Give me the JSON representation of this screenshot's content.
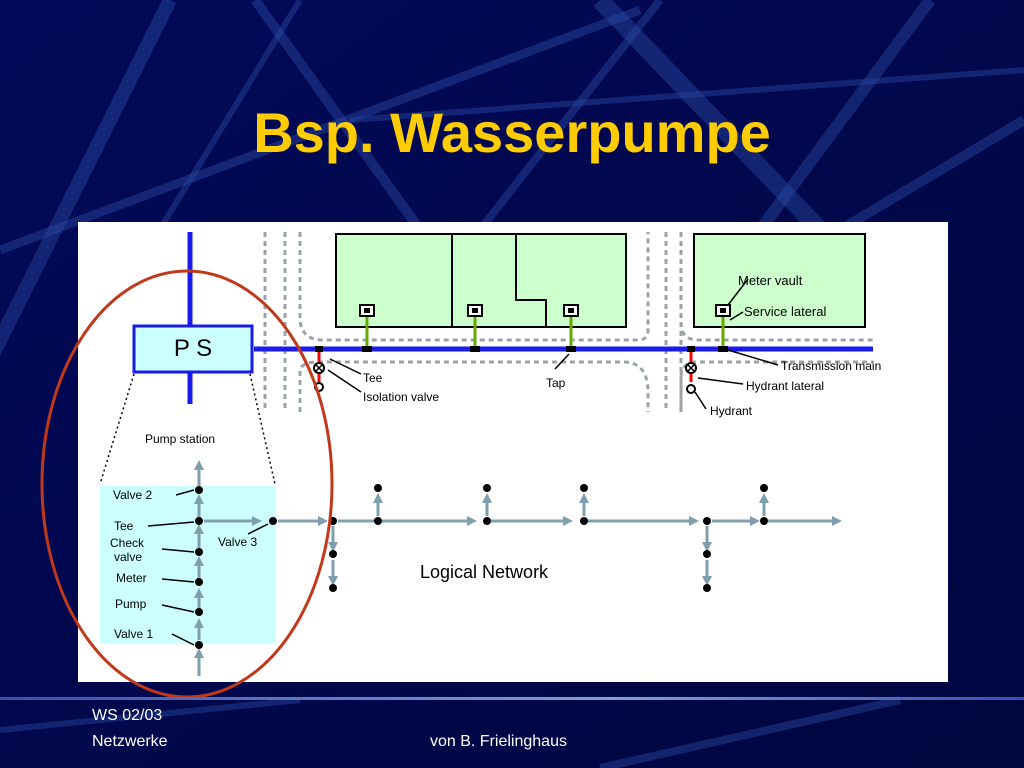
{
  "slide": {
    "title": "Bsp. Wasserpumpe",
    "colors": {
      "background": "#000a58",
      "title": "#ffcc00",
      "highlight_ellipse": "#c0391b"
    }
  },
  "figure": {
    "ps_label": "P S",
    "pump_station_label": "Pump station",
    "labels": {
      "meter_vault": "Meter vault",
      "service_lateral": "Service lateral",
      "transmission_main": "Transmission main",
      "hydrant_lateral": "Hydrant lateral",
      "hydrant": "Hydrant",
      "tee": "Tee",
      "isolation_valve": "Isolation valve",
      "tap": "Tap",
      "valve2": "Valve 2",
      "tee2": "Tee",
      "check_valve_1": "Check",
      "check_valve_2": "valve",
      "meter": "Meter",
      "pump": "Pump",
      "valve1": "Valve 1",
      "valve3": "Valve 3",
      "logical_network": "Logical Network"
    },
    "colors": {
      "main_pipe": "#1a1aee",
      "parcel": "#ccffcc",
      "pump_panel": "#ccffff",
      "network_arrow": "#7f9fae",
      "red_pipe": "#ff0000",
      "lateral": "#66aa00"
    }
  },
  "footer": {
    "semester": "WS 02/03",
    "course": "Netzwerke",
    "author": "von B. Frielinghaus"
  }
}
